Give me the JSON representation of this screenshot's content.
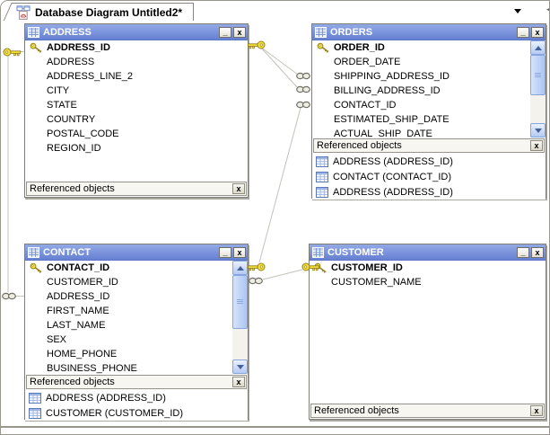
{
  "tab": {
    "title": "Database Diagram Untitled2*"
  },
  "window_controls": {
    "minimize": "_",
    "close": "x"
  },
  "referenced_label": "Referenced objects",
  "tables": {
    "address": {
      "title": "ADDRESS",
      "columns": [
        {
          "name": "ADDRESS_ID",
          "key": true
        },
        {
          "name": "ADDRESS"
        },
        {
          "name": "ADDRESS_LINE_2"
        },
        {
          "name": "CITY"
        },
        {
          "name": "STATE"
        },
        {
          "name": "COUNTRY"
        },
        {
          "name": "POSTAL_CODE"
        },
        {
          "name": "REGION_ID"
        }
      ],
      "referenced": []
    },
    "orders": {
      "title": "ORDERS",
      "columns": [
        {
          "name": "ORDER_ID",
          "key": true
        },
        {
          "name": "ORDER_DATE"
        },
        {
          "name": "SHIPPING_ADDRESS_ID"
        },
        {
          "name": "BILLING_ADDRESS_ID"
        },
        {
          "name": "CONTACT_ID"
        },
        {
          "name": "ESTIMATED_SHIP_DATE"
        },
        {
          "name": "ACTUAL_SHIP_DATE"
        }
      ],
      "referenced": [
        "ADDRESS (ADDRESS_ID)",
        "CONTACT (CONTACT_ID)",
        "ADDRESS (ADDRESS_ID)"
      ]
    },
    "contact": {
      "title": "CONTACT",
      "columns": [
        {
          "name": "CONTACT_ID",
          "key": true
        },
        {
          "name": "CUSTOMER_ID"
        },
        {
          "name": "ADDRESS_ID"
        },
        {
          "name": "FIRST_NAME"
        },
        {
          "name": "LAST_NAME"
        },
        {
          "name": "SEX"
        },
        {
          "name": "HOME_PHONE"
        },
        {
          "name": "BUSINESS_PHONE"
        }
      ],
      "referenced": [
        "ADDRESS (ADDRESS_ID)",
        "CUSTOMER (CUSTOMER_ID)"
      ]
    },
    "customer": {
      "title": "CUSTOMER",
      "columns": [
        {
          "name": "CUSTOMER_ID",
          "key": true
        },
        {
          "name": "CUSTOMER_NAME"
        }
      ],
      "referenced": []
    }
  },
  "relationships": [
    {
      "one": "ADDRESS.ADDRESS_ID",
      "many": "ORDERS.SHIPPING_ADDRESS_ID"
    },
    {
      "one": "ADDRESS.ADDRESS_ID",
      "many": "ORDERS.BILLING_ADDRESS_ID"
    },
    {
      "one": "CONTACT.CONTACT_ID",
      "many": "ORDERS.CONTACT_ID"
    },
    {
      "one": "ADDRESS.ADDRESS_ID",
      "many": "CONTACT.ADDRESS_ID"
    },
    {
      "one": "CUSTOMER.CUSTOMER_ID",
      "many": "CONTACT.CUSTOMER_ID"
    }
  ],
  "colors": {
    "titlebar": "#6F87D8",
    "key_gold": "#F4E13C",
    "line_gray": "#C4C2BA"
  }
}
